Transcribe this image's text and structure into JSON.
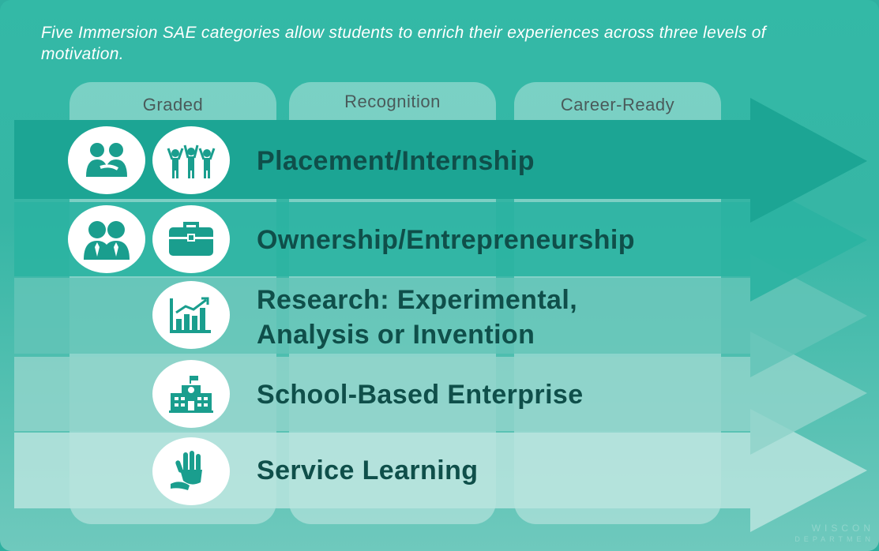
{
  "intro": "Five Immersion SAE categories allow students to enrich their experiences across three levels of motivation.",
  "columns": [
    {
      "label": "Graded"
    },
    {
      "label": "Recognition"
    },
    {
      "label": "Career-Ready"
    }
  ],
  "categories": [
    {
      "label": "Placement/Internship",
      "icons": [
        "mentoring-people-icon",
        "team-celebrating-icon"
      ],
      "color": "#1ea795"
    },
    {
      "label": "Ownership/Entrepreneurship",
      "icons": [
        "business-partners-icon",
        "briefcase-icon"
      ],
      "color": "#2ab3a2"
    },
    {
      "label_line1": "Research: Experimental,",
      "label_line2": "Analysis or Invention",
      "icons": [
        "growth-chart-icon"
      ],
      "color": "#5bc1b4"
    },
    {
      "label": "School-Based Enterprise",
      "icons": [
        "school-building-icon"
      ],
      "color": "#86d0c6"
    },
    {
      "label": "Service Learning",
      "icons": [
        "helping-hands-icon"
      ],
      "color": "#b3e1db"
    }
  ],
  "icon_color": "#1a9e8e",
  "logo": {
    "line1": "WISCON",
    "line2": "DEPARTMEN"
  }
}
